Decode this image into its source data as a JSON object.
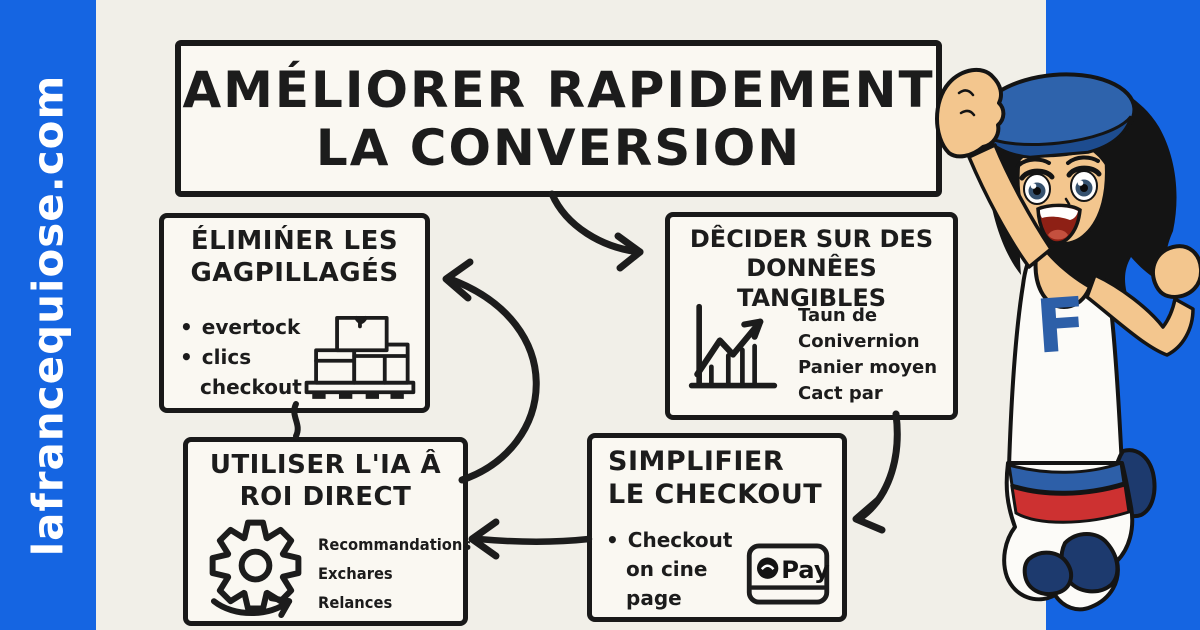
{
  "watermark": "lafrancequiose.com",
  "title": {
    "line1": "AMÉLIORER RAPIDEMENT",
    "line2": "LA CONVERSION"
  },
  "boxes": {
    "eliminer": {
      "heading_line1": "ÉLIMIŃER LES",
      "heading_line2": "GAGPILLAGÉS",
      "bullet_lines": [
        "evertock",
        "clics",
        "checkout"
      ],
      "icon": "pallet-boxes-icon"
    },
    "decider": {
      "heading_line1": "DÊCIDER SUR DES",
      "heading_line2": "DONNÊES TANGIBLES",
      "metric_lines": [
        "Taun de",
        "Conivernion",
        "Panier moyen",
        "Cact par"
      ],
      "icon": "growth-chart-icon"
    },
    "utiliser": {
      "heading_line1": "UTILISER L'IA Â",
      "heading_line2": "ROI DIRECT",
      "feature_lines": [
        "Recommandations",
        "Exchares",
        "Relances"
      ],
      "icon": "gear-icon"
    },
    "simplifier": {
      "heading_line1": "SIMPLIFIER",
      "heading_line2": "LE CHECKOUT",
      "bullet_lines": [
        "Checkout",
        "on cine",
        "page"
      ],
      "pay_button_label": "Pay",
      "icon": "pay-button-icon"
    }
  },
  "character": {
    "shirt_letter": "F"
  },
  "colors": {
    "accent_blue": "#1565e2",
    "paper": "#f1efe8",
    "ink": "#1c1c1c",
    "beret_blue": "#2e63ac",
    "shirt_letter_blue": "#2d5fa8",
    "waist_stripe_red": "#cd3131",
    "boots_navy": "#1d3a6e"
  }
}
